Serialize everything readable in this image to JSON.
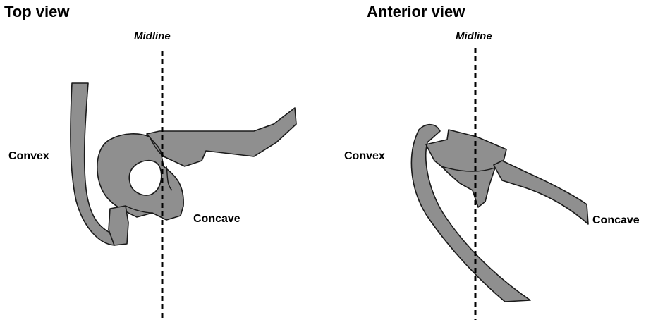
{
  "top_view": {
    "title": "Top view",
    "midline_label": "Midline",
    "convex_label": "Convex",
    "concave_label": "Concave"
  },
  "anterior_view": {
    "title": "Anterior view",
    "midline_label": "Midline",
    "convex_label": "Convex",
    "concave_label": "Concave"
  }
}
